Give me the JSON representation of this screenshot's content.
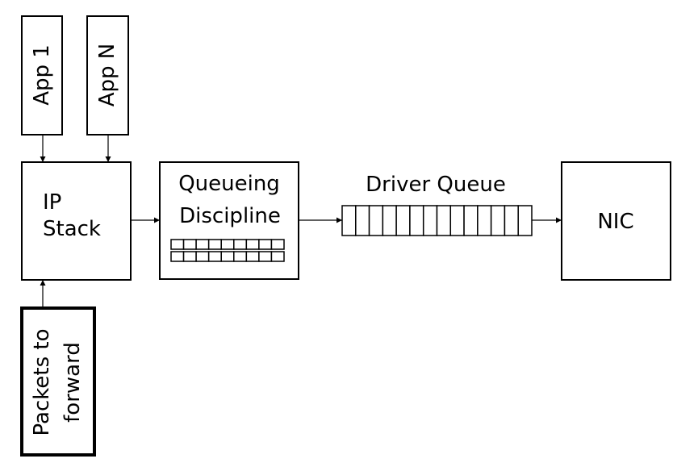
{
  "nodes": {
    "app1": {
      "label": "App 1"
    },
    "appN": {
      "label": "App N"
    },
    "ip_stack": {
      "line1": "IP",
      "line2": "Stack"
    },
    "qdisc": {
      "line1": "Queueing",
      "line2": "Discipline",
      "queue_rows": 2,
      "cells_per_row": 9
    },
    "driver_queue": {
      "label": "Driver Queue",
      "cells": 14
    },
    "nic": {
      "label": "NIC"
    },
    "packets": {
      "line1": "Packets to",
      "line2": "forward"
    }
  },
  "edges": [
    {
      "from": "app1",
      "to": "ip_stack"
    },
    {
      "from": "appN",
      "to": "ip_stack"
    },
    {
      "from": "packets",
      "to": "ip_stack"
    },
    {
      "from": "ip_stack",
      "to": "qdisc"
    },
    {
      "from": "qdisc",
      "to": "driver_queue"
    },
    {
      "from": "driver_queue",
      "to": "nic"
    }
  ]
}
